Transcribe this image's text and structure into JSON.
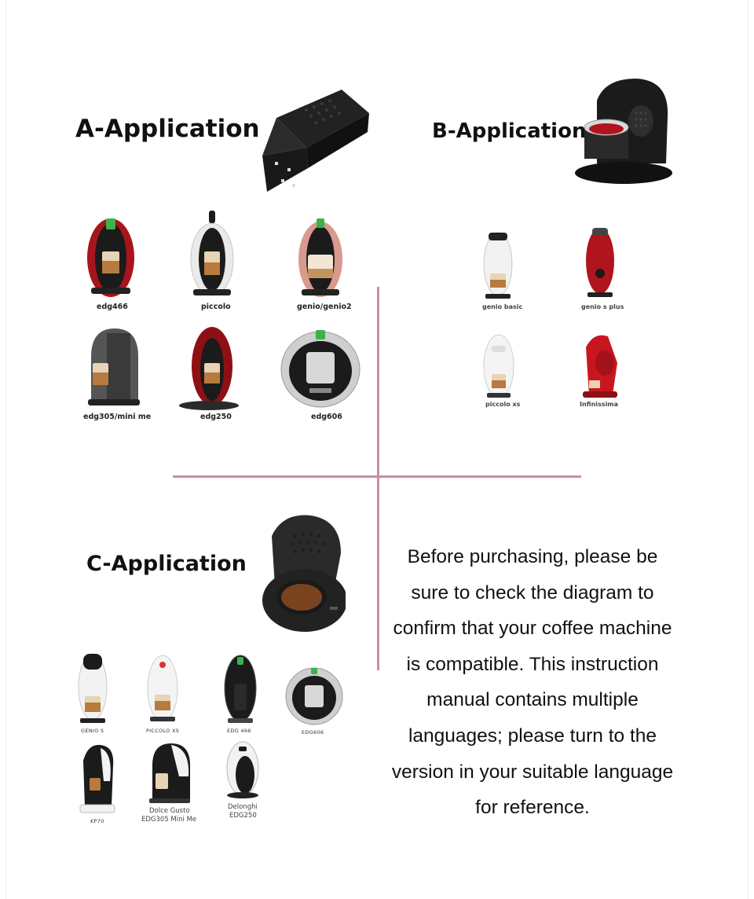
{
  "sections": {
    "a": {
      "title": "A-Application",
      "machines": [
        "edg466",
        "piccolo",
        "genio/genio2",
        "edg305/mini me",
        "edg250",
        "edg606"
      ]
    },
    "b": {
      "title": "B-Application",
      "machines": [
        "genio basic",
        "genio s plus",
        "piccolo xs",
        "Infinissima"
      ]
    },
    "c": {
      "title": "C-Application",
      "machines": [
        "GENIO S",
        "PICCOLO XS",
        "EDG 466",
        "EDG606",
        "KP70",
        "Dolce Gusto",
        "EDG305 Mini Me",
        "Delonghi",
        "EDG250"
      ]
    }
  },
  "notice": {
    "line1": "Before purchasing, please be",
    "line2": "sure to check the diagram to",
    "line3": "confirm that your coffee machine",
    "line4": "is compatible. This instruction",
    "line5": "manual contains multiple",
    "line6": "languages; please turn to the",
    "line7": "version in your suitable language",
    "line8": "for reference."
  },
  "colors": {
    "divider": "#c9909b",
    "accessory": "#1b1b1b",
    "red": "#b0141c",
    "rose": "#d99a8e",
    "white_body": "#f2f2f2",
    "grey": "#6b6b6b",
    "coffee": "#b87a3e"
  }
}
